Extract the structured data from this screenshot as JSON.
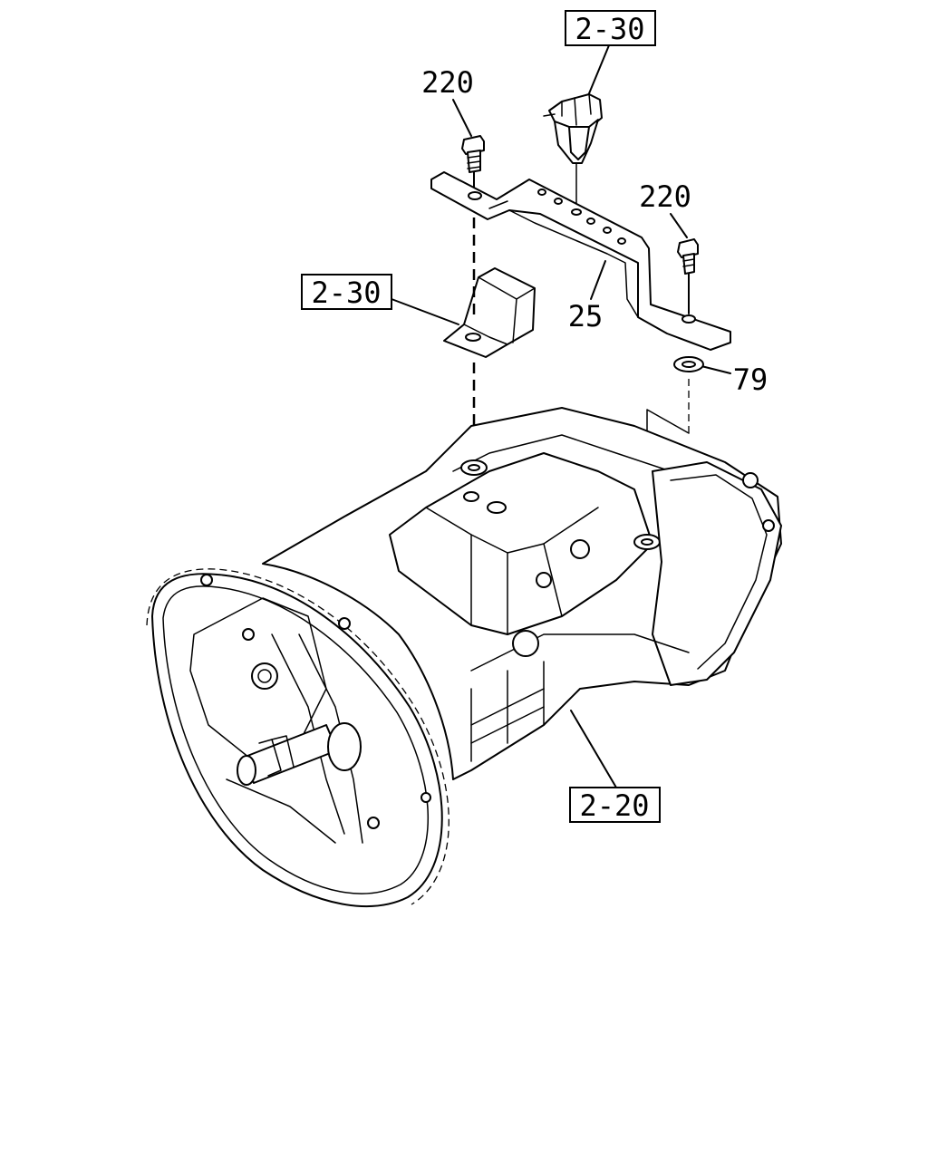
{
  "callouts": {
    "bracket_ref_top": "2-30",
    "bolt_left": "220",
    "bolt_right": "220",
    "bracket_ref_left": "2-30",
    "bracket": "25",
    "washer": "79",
    "transmission_ref": "2-20"
  }
}
